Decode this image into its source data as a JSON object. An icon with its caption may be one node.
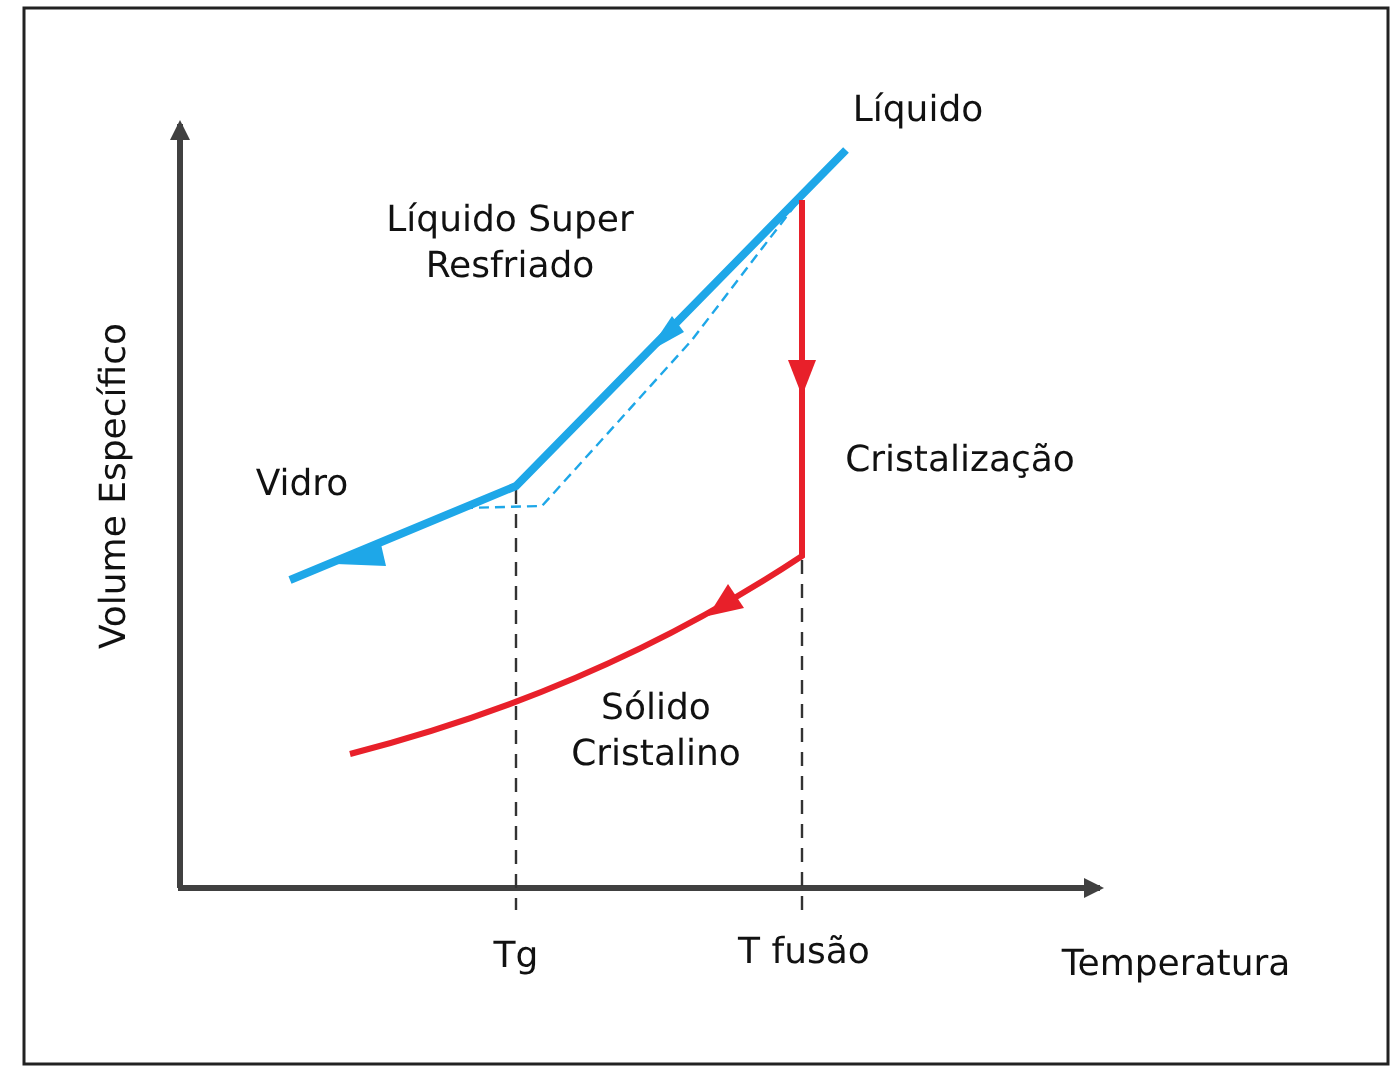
{
  "diagram": {
    "labels": [
      "Líquido",
      "Líquido Super Resfriado",
      "Volume Específico",
      "Vidro",
      "Cristalização",
      "Sólido Cristalino",
      "Tg",
      "T fusão",
      "Temperatura"
    ]
  }
}
